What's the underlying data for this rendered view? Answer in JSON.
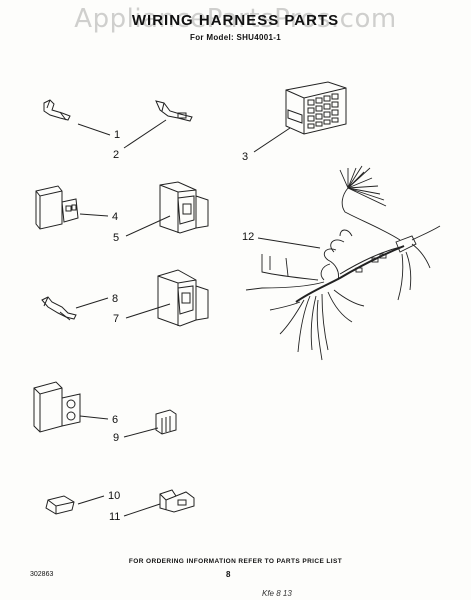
{
  "header": {
    "watermark": "AppliancePartsPros.com",
    "title": "WIRING HARNESS PARTS",
    "subtitle": "For Model: SHU4001-1"
  },
  "callouts": [
    "1",
    "2",
    "3",
    "4",
    "5",
    "6",
    "7",
    "8",
    "9",
    "10",
    "11",
    "12"
  ],
  "footer": {
    "note": "FOR ORDERING INFORMATION REFER TO PARTS PRICE LIST",
    "doc_number": "302863",
    "page_number": "8",
    "scrawl": "Kfe 8 13"
  }
}
